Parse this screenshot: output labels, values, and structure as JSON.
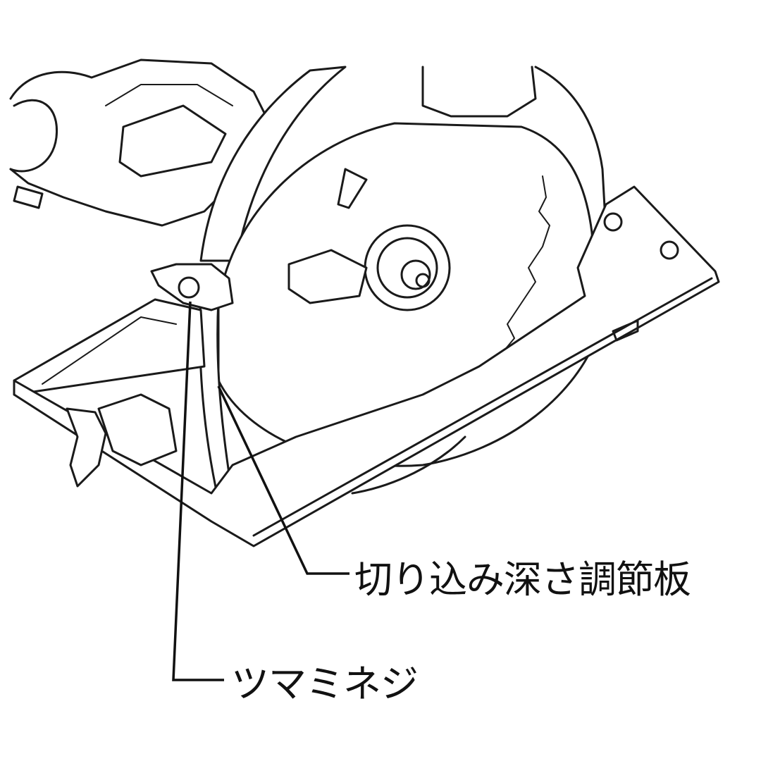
{
  "diagram": {
    "subject": "circular-saw",
    "labels": {
      "depth_plate": "切り込み深さ調節板",
      "knob_screw": "ツマミネジ"
    }
  }
}
